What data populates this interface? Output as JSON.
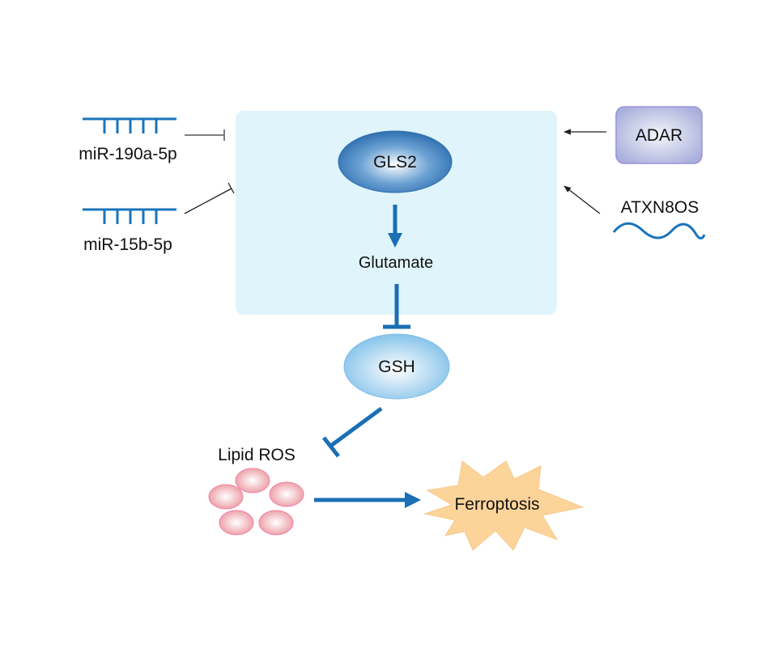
{
  "nodes": {
    "mir190": {
      "label": "miR-190a-5p"
    },
    "mir15b": {
      "label": "miR-15b-5p"
    },
    "adar": {
      "label": "ADAR"
    },
    "atxn8os": {
      "label": "ATXN8OS"
    },
    "gls2": {
      "label": "GLS2"
    },
    "glutamate": {
      "label": "Glutamate"
    },
    "gsh": {
      "label": "GSH"
    },
    "lipid_ros": {
      "label": "Lipid ROS"
    },
    "ferroptosis": {
      "label": "Ferroptosis"
    }
  },
  "edges": [
    {
      "from": "miR-190a-5p",
      "to": "GLS2 compartment",
      "type": "inhibit"
    },
    {
      "from": "miR-15b-5p",
      "to": "GLS2 compartment",
      "type": "inhibit"
    },
    {
      "from": "ADAR",
      "to": "GLS2 compartment",
      "type": "activate"
    },
    {
      "from": "ATXN8OS",
      "to": "GLS2 compartment",
      "type": "activate"
    },
    {
      "from": "GLS2",
      "to": "Glutamate",
      "type": "activate"
    },
    {
      "from": "Glutamate",
      "to": "GSH",
      "type": "inhibit"
    },
    {
      "from": "GSH",
      "to": "Lipid ROS",
      "type": "inhibit"
    },
    {
      "from": "Lipid ROS",
      "to": "Ferroptosis",
      "type": "activate"
    }
  ],
  "colors": {
    "compartment": "#dff4fb",
    "arrow_blue": "#1a6fb5",
    "mirna_blue": "#1a74bb",
    "adar_fill": "#b3b9df",
    "adar_border": "#9c8fe0",
    "lipid_fill": "#f2a8ae",
    "lipid_border": "#f080a8",
    "ferroptosis_fill": "#fcd49a",
    "gsh_fill": "#8cc7ea",
    "gls2_fill": "#2f74b5"
  }
}
